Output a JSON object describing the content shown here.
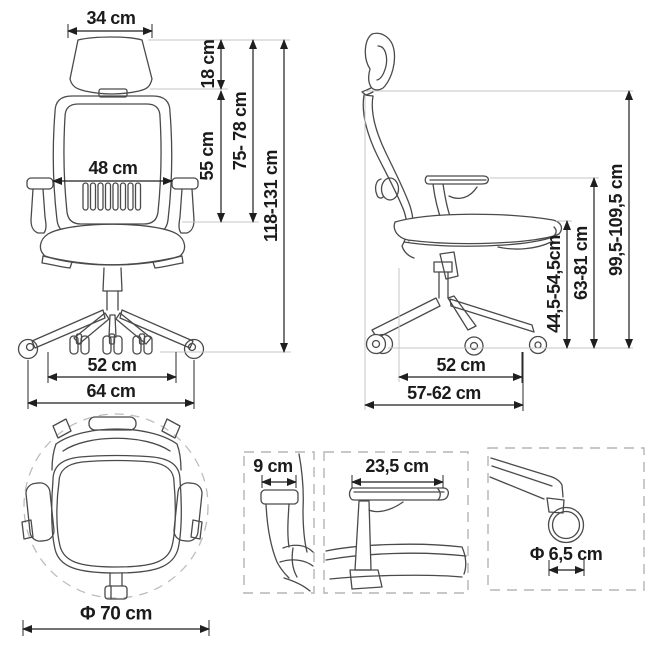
{
  "views": {
    "front": {
      "headrest_width": "34 cm",
      "headrest_height": "18 cm",
      "backrest_height": "55 cm",
      "back_with_headrest_height": "75- 78 cm",
      "overall_height": "118-131 cm",
      "backrest_width": "48 cm",
      "base_track_width": "52 cm",
      "overall_width": "64 cm"
    },
    "side": {
      "overall_height_range": "99,5-109,5 cm",
      "armrest_height_range": "63-81 cm",
      "seat_height_range": "44,5-54,5cm",
      "seat_depth": "52 cm",
      "overall_depth": "57-62 cm"
    },
    "top": {
      "base_diameter": "Φ 70 cm"
    },
    "armrest_front_detail": {
      "pad_width": "9 cm"
    },
    "armrest_side_detail": {
      "pad_length": "23,5 cm"
    },
    "caster_detail": {
      "wheel_diameter": "Φ 6,5 cm"
    }
  },
  "colors": {
    "line_art": "#4a4a4a",
    "dimension": "#1f1f1f",
    "extension": "#c4c4c4",
    "background": "#ffffff"
  }
}
